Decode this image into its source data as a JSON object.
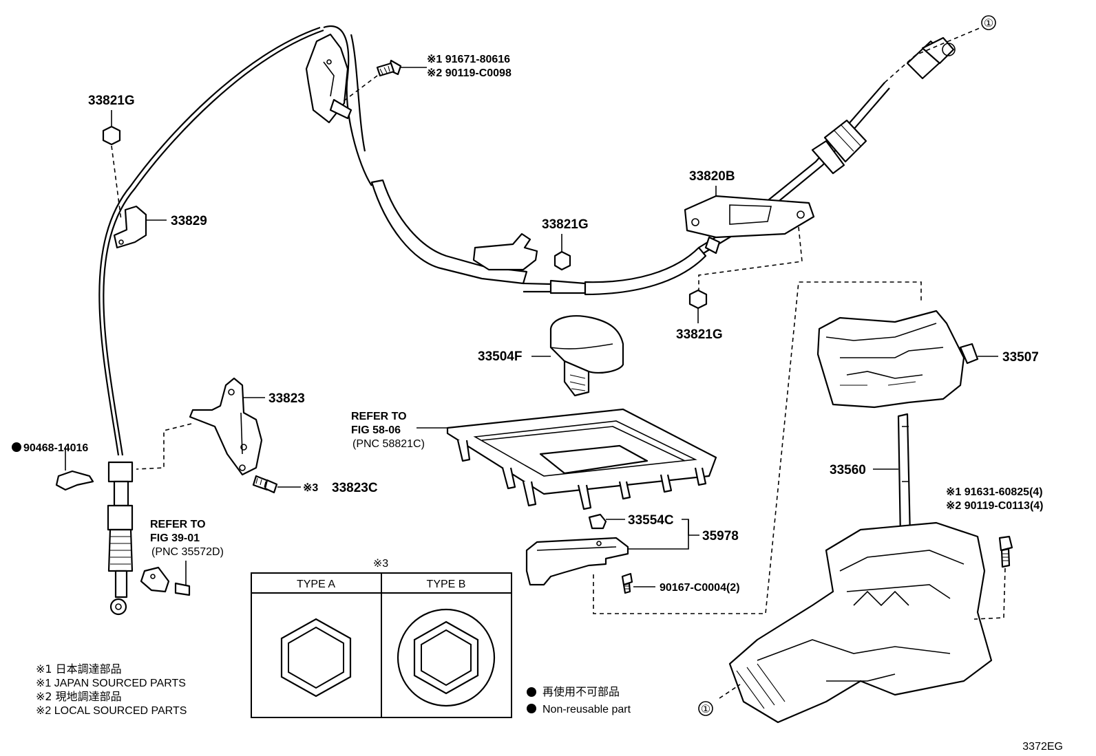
{
  "callouts": {
    "p33821g_top": "33821G",
    "p33829": "33829",
    "p33821g_mid": "33821G",
    "p33820b": "33820B",
    "p33821g_low": "33821G",
    "p33823": "33823",
    "p33823c": "33823C",
    "p90468": "90468-14016",
    "p33504f": "33504F",
    "p33554c": "33554C",
    "p35978": "35978",
    "p90167": "90167-C0004(2)",
    "p33507": "33507",
    "p33560": "33560"
  },
  "bolt_top": {
    "line1": "※1  91671-80616",
    "line2": "※2  90119-C0098"
  },
  "bolt_right": {
    "line1": "※1  91631-60825(4)",
    "line2": "※2  90119-C0113(4)"
  },
  "ref_console": {
    "line1": "REFER TO",
    "line2": "FIG 58-06",
    "line3": "(PNC 58821C)"
  },
  "ref_cable": {
    "line1": "REFER TO",
    "line2": "FIG 39-01",
    "line3": "(PNC 35572D)"
  },
  "mark3": "※3",
  "type_table": {
    "header": "※3",
    "type_a": "TYPE A",
    "type_b": "TYPE B"
  },
  "connector_mark": "①",
  "legend": {
    "line1": "※1  日本調達部品",
    "line2": "※1  JAPAN SOURCED PARTS",
    "line3": "※2  現地調達部品",
    "line4": "※2  LOCAL SOURCED PARTS"
  },
  "nonreuse": {
    "line_jp": "再使用不可部品",
    "line_en": "Non-reusable part"
  },
  "diagram_code": "3372EG"
}
